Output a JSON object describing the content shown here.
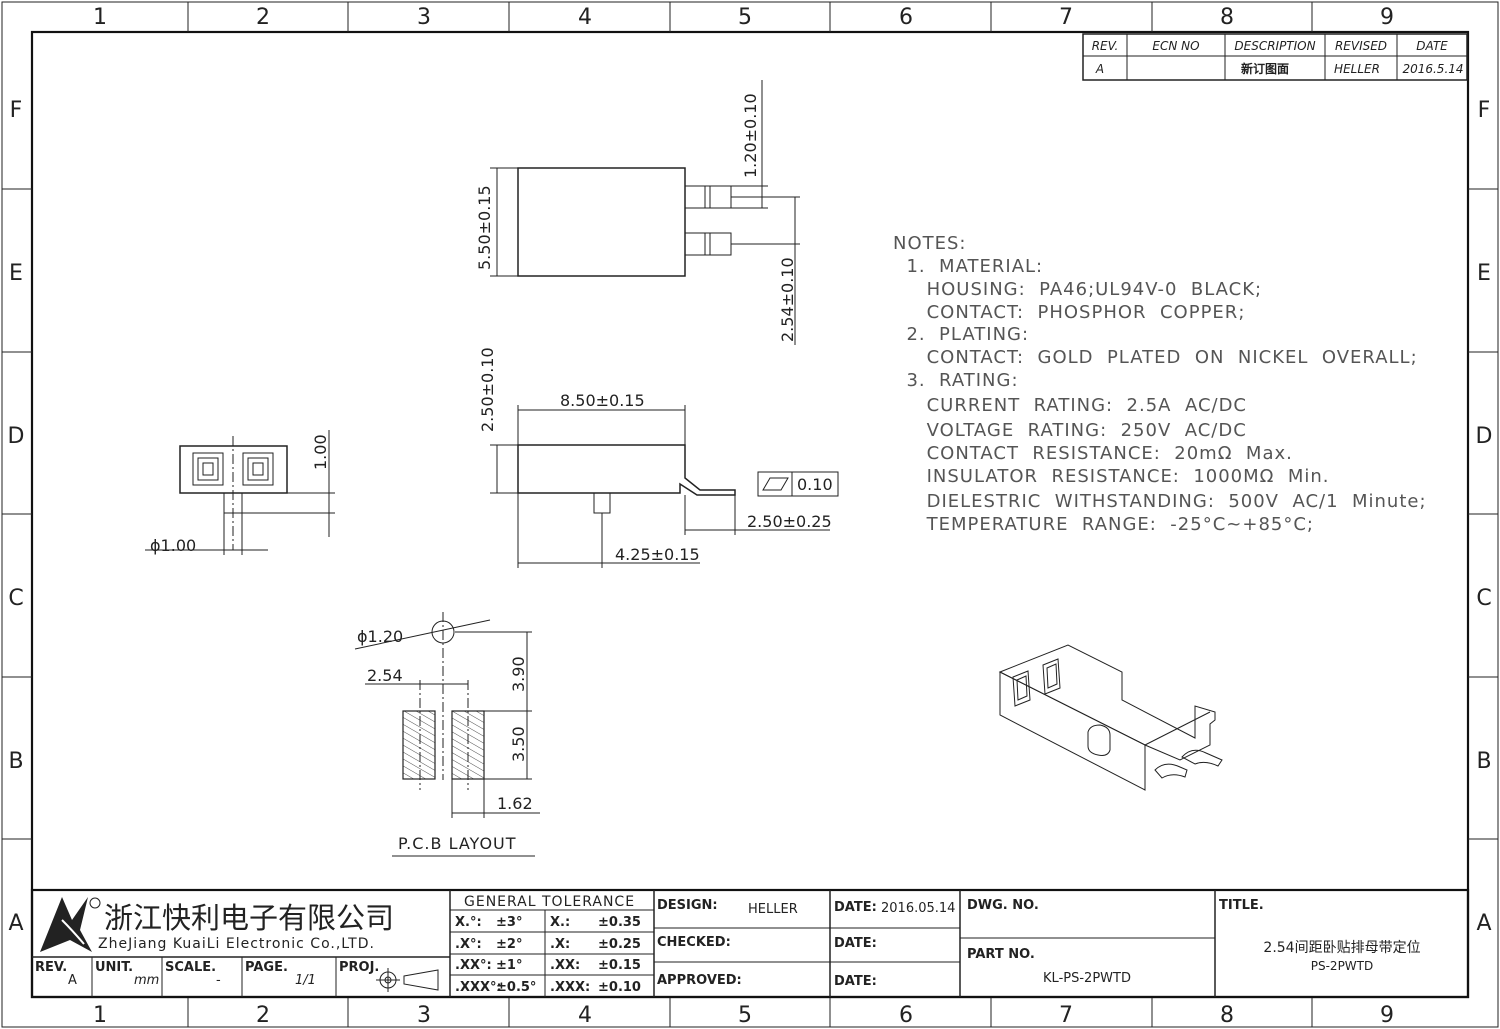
{
  "border": {
    "columns": [
      "1",
      "2",
      "3",
      "4",
      "5",
      "6",
      "7",
      "8",
      "9"
    ],
    "rows": [
      "F",
      "E",
      "D",
      "C",
      "B",
      "A"
    ]
  },
  "revision_table": {
    "headers": [
      "REV.",
      "ECN NO",
      "DESCRIPTION",
      "REVISED",
      "DATE"
    ],
    "row": {
      "rev": "A",
      "ecn": "",
      "description": "新订图面",
      "revised": "HELLER",
      "date": "2016.5.14"
    }
  },
  "dimensions": {
    "top_height": "5.50±0.15",
    "pin_width": "1.20±0.10",
    "pitch": "2.54±0.10",
    "side_height": "2.50±0.10",
    "body_length": "8.50±0.15",
    "flatness_value": "0.10",
    "pin_extend": "2.50±0.25",
    "post_offset": "4.25±0.15",
    "front_height": "1.00",
    "post_dia": "ϕ1.00",
    "hole_dia": "ϕ1.20",
    "pcb_pitch": "2.54",
    "pcb_offset": "3.90",
    "pad_length": "3.50",
    "pad_width": "1.62"
  },
  "pcb_layout_label": "P.C.B  LAYOUT",
  "notes": [
    "NOTES:",
    "  1.  MATERIAL:",
    "     HOUSING:  PA46;UL94V-0  BLACK;",
    "     CONTACT:  PHOSPHOR  COPPER;",
    "  2.  PLATING:",
    "     CONTACT:  GOLD  PLATED  ON  NICKEL  OVERALL;",
    "  3.  RATING:",
    "     CURRENT  RATING:  2.5A  AC/DC",
    "     VOLTAGE  RATING:  250V  AC/DC",
    "     CONTACT  RESISTANCE:  20mΩ  Max.",
    "     INSULATOR  RESISTANCE:  1000MΩ  Min.",
    "     DIELESTRIC  WITHSTANDING:  500V  AC/1  Minute;",
    "     TEMPERATURE  RANGE:  -25°C~+85°C;"
  ],
  "title_block": {
    "company_cn": "浙江快利电子有限公司",
    "company_en": "ZheJiang KuaiLi Electronic Co.,LTD.",
    "rev_label": "REV.",
    "rev_value": "A",
    "unit_label": "UNIT.",
    "unit_value": "mm",
    "scale_label": "SCALE.",
    "scale_value": "-",
    "page_label": "PAGE.",
    "page_value": "1/1",
    "proj_label": "PROJ.",
    "tolerance_title": "GENERAL  TOLERANCE",
    "tolerance": [
      [
        "X.°:",
        "±3°",
        "X.:",
        "±0.35"
      ],
      [
        ".X°:",
        "±2°",
        ".X:",
        "±0.25"
      ],
      [
        ".XX°:",
        "±1°",
        ".XX:",
        "±0.15"
      ],
      [
        ".XXX°:",
        "±0.5°",
        ".XXX:",
        "±0.10"
      ]
    ],
    "design_label": "DESIGN:",
    "design_value": "HELLER",
    "checked_label": "CHECKED:",
    "approved_label": "APPROVED:",
    "date_label": "DATE:",
    "date_value": "2016.05.14",
    "dwg_label": "DWG. NO.",
    "part_label": "PART NO.",
    "part_value": "KL-PS-2PWTD",
    "title_label": "TITLE.",
    "title_cn": "2.54间距卧贴排母带定位",
    "title_en": "PS-2PWTD"
  }
}
